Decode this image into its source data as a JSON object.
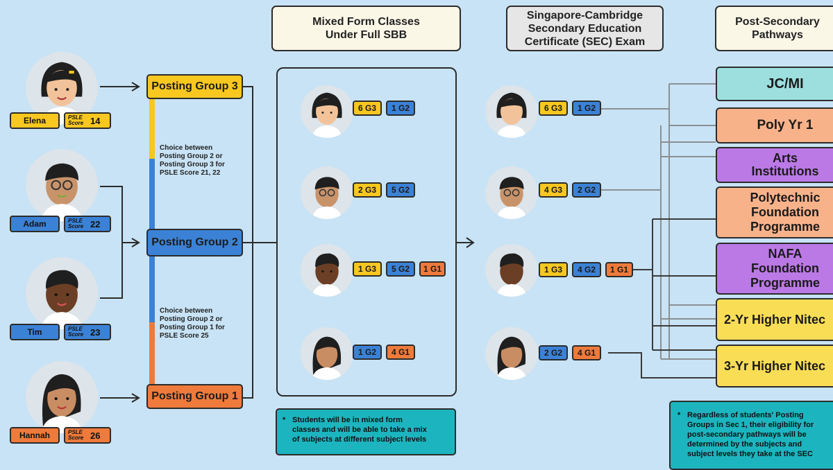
{
  "headers": {
    "mixed": "Mixed Form Classes\nUnder Full SBB",
    "sec": "Singapore-Cambridge\nSecondary Education\nCertificate (SEC) Exam",
    "post": "Post-Secondary\nPathways"
  },
  "students": [
    {
      "name": "Elena",
      "score_label": "PSLE\nScore",
      "score": "14"
    },
    {
      "name": "Adam",
      "score_label": "PSLE\nScore",
      "score": "22"
    },
    {
      "name": "Tim",
      "score_label": "PSLE\nScore",
      "score": "23"
    },
    {
      "name": "Hannah",
      "score_label": "PSLE\nScore",
      "score": "26"
    }
  ],
  "posting_groups": {
    "pg3": "Posting Group 3",
    "pg2": "Posting Group 2",
    "pg1": "Posting Group 1"
  },
  "notes": {
    "upper": "Choice between\nPosting Group 2 or\nPosting Group 3 for\nPSLE Score 21, 22",
    "lower": "Choice between\nPosting Group 2 or\nPosting Group 1 for\nPSLE Score 25",
    "mixed_star": "*",
    "mixed": "Students will be in mixed form\nclasses and will be able to take a mix\nof subjects at different subject levels",
    "post_star": "*",
    "post": "Regardless of students' Posting\nGroups in Sec 1, their eligibility for\npost-secondary pathways will be\ndetermined by the subjects and\nsubject levels they take at the SEC"
  },
  "mixed_badges": [
    [
      "6 G3",
      "1 G2"
    ],
    [
      "2 G3",
      "5 G2"
    ],
    [
      "1 G3",
      "5 G2",
      "1 G1"
    ],
    [
      "1 G2",
      "4 G1"
    ]
  ],
  "sec_badges": [
    [
      "6 G3",
      "1 G2"
    ],
    [
      "4 G3",
      "2 G2"
    ],
    [
      "1 G3",
      "4 G2",
      "1 G1"
    ],
    [
      "2 G2",
      "4 G1"
    ]
  ],
  "pathways": [
    "JC/MI",
    "Poly Yr 1",
    "Arts\nInstitutions",
    "Polytechnic\nFoundation\nProgramme",
    "NAFA\nFoundation\nProgramme",
    "2-Yr Higher Nitec",
    "3-Yr Higher Nitec"
  ],
  "colors": {
    "background": "#c8e3f5",
    "g3_yellow": "#f8c720",
    "g2_blue": "#3b82d6",
    "g1_orange": "#ee7a3b",
    "teal": "#1cb5bf",
    "jc_teal": "#9ddfde",
    "poly_peach": "#f8b28a",
    "arts_purple": "#bb79e6",
    "nitec_yellow": "#f9dd55"
  }
}
